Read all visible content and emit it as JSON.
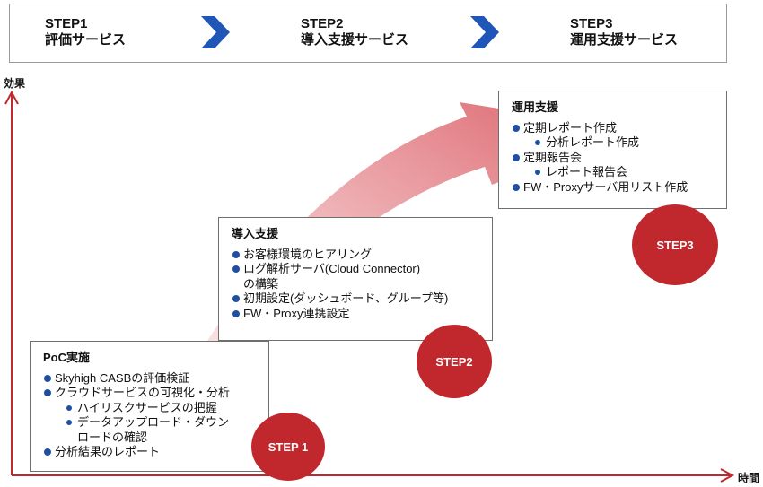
{
  "banner": {
    "steps": [
      {
        "line1": "STEP1",
        "line2": "評価サービス"
      },
      {
        "line1": "STEP2",
        "line2": "導入支援サービス"
      },
      {
        "line1": "STEP3",
        "line2": "運用支援サービス"
      }
    ]
  },
  "axes": {
    "y_label": "効果",
    "x_label": "時間"
  },
  "boxes": {
    "poc": {
      "title": "PoC実施",
      "items": [
        "Skyhigh CASBの評価検証",
        "クラウドサービスの可視化・分析",
        "ハイリスクサービスの把握",
        "データアップロード・ダウン",
        "ロードの確認",
        "分析結果のレポート"
      ]
    },
    "intro": {
      "title": "導入支援",
      "items": [
        "お客様環境のヒアリング",
        "ログ解析サーバ(Cloud Connector)",
        "の構築",
        "初期設定(ダッシュボード、グループ等)",
        "FW・Proxy連携設定"
      ]
    },
    "ops": {
      "title": "運用支援",
      "items": [
        "定期レポート作成",
        "分析レポート作成",
        "定期報告会",
        "レポート報告会",
        "FW・Proxyサーバ用リスト作成"
      ]
    }
  },
  "circles": {
    "step1": "STEP 1",
    "step2": "STEP2",
    "step3": "STEP3"
  },
  "colors": {
    "accent_red": "#c1282d",
    "chevron_blue": "#1f56b8",
    "bullet_blue": "#1f4fa3"
  }
}
